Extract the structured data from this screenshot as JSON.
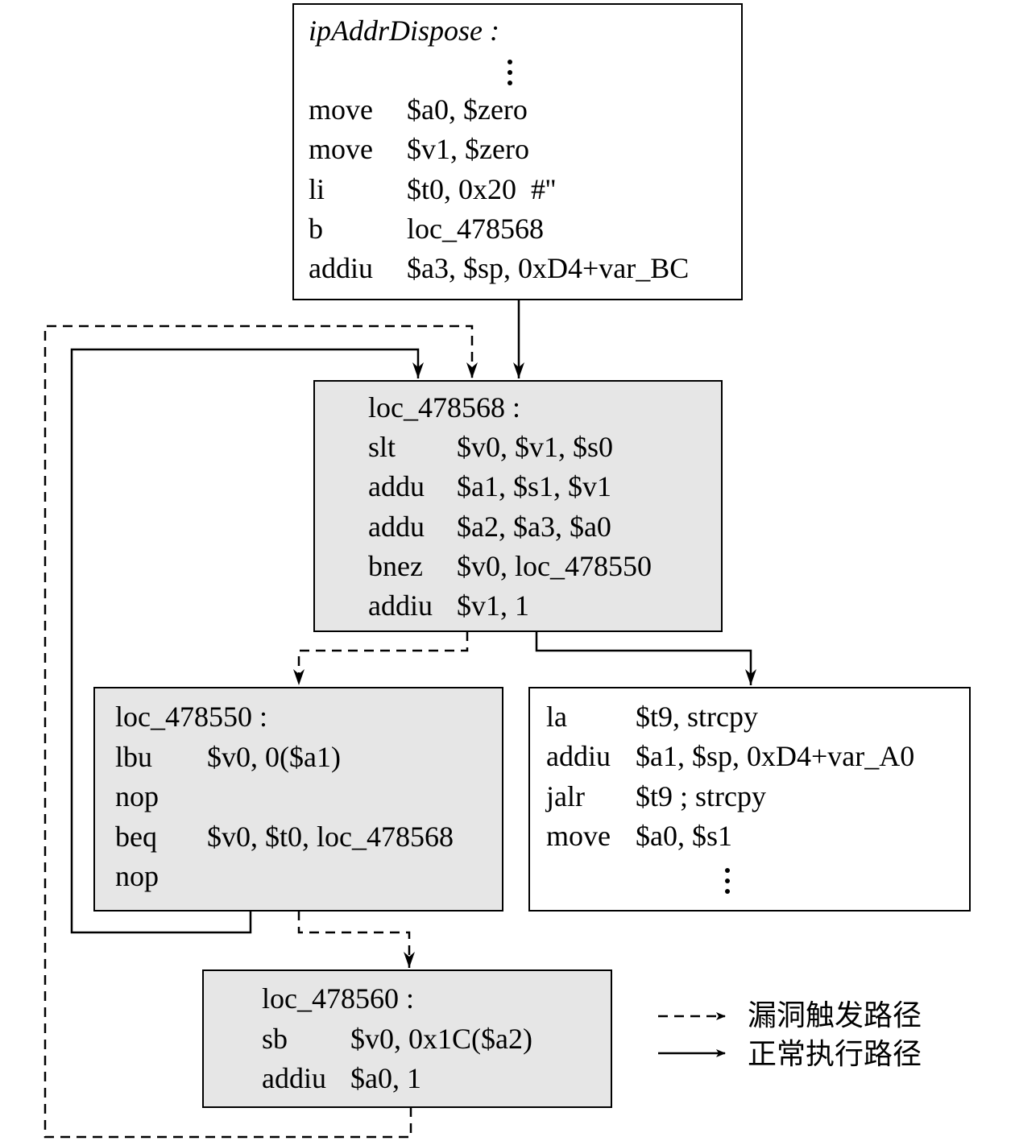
{
  "blocks": [
    {
      "id": "ipaddrdispose",
      "fill": "#ffffff",
      "label": "ipAddrDispose :",
      "label_italic": true,
      "ellipsis_after_label": true,
      "lines": [
        {
          "op": "move",
          "args": "$a0, $zero"
        },
        {
          "op": "move",
          "args": "$v1, $zero"
        },
        {
          "op": "li",
          "args": "$t0, 0x20  #''"
        },
        {
          "op": "b",
          "args": "loc_478568"
        },
        {
          "op": "addiu",
          "args": "$a3, $sp, 0xD4+var_BC"
        }
      ]
    },
    {
      "id": "loc-478568",
      "fill": "#e6e6e6",
      "label": "loc_478568 :",
      "lines": [
        {
          "op": "slt",
          "args": "$v0, $v1, $s0"
        },
        {
          "op": "addu",
          "args": "$a1, $s1, $v1"
        },
        {
          "op": "addu",
          "args": "$a2, $a3, $a0"
        },
        {
          "op": "bnez",
          "args": "$v0, loc_478550"
        },
        {
          "op": "addiu",
          "args": "$v1, 1"
        }
      ]
    },
    {
      "id": "loc-478550",
      "fill": "#e6e6e6",
      "label": "loc_478550 :",
      "lines": [
        {
          "op": "lbu",
          "args": "$v0, 0($a1)"
        },
        {
          "op": "nop",
          "args": ""
        },
        {
          "op": "beq",
          "args": "$v0, $t0, loc_478568"
        },
        {
          "op": "nop",
          "args": ""
        }
      ]
    },
    {
      "id": "strcpy-block",
      "fill": "#ffffff",
      "label": "",
      "ellipsis_at_end": true,
      "lines": [
        {
          "op": "la",
          "args": "$t9, strcpy"
        },
        {
          "op": "addiu",
          "args": "$a1, $sp, 0xD4+var_A0"
        },
        {
          "op": "jalr",
          "args": "$t9 ; strcpy"
        },
        {
          "op": "move",
          "args": "$a0, $s1"
        }
      ]
    },
    {
      "id": "loc-478560",
      "fill": "#e6e6e6",
      "label": "loc_478560 :",
      "lines": [
        {
          "op": "sb",
          "args": "$v0, 0x1C($a2)"
        },
        {
          "op": "addiu",
          "args": "$a0, 1"
        }
      ]
    }
  ],
  "edges": [
    {
      "from": "ipaddrdispose",
      "to": "loc-478568",
      "style": "solid"
    },
    {
      "from": "loc-478568",
      "to": "loc-478550",
      "style": "dashed"
    },
    {
      "from": "loc-478568",
      "to": "strcpy-block",
      "style": "solid"
    },
    {
      "from": "loc-478550",
      "to": "loc-478560",
      "style": "dashed"
    },
    {
      "from": "loc-478550",
      "to": "loc-478568",
      "style": "solid"
    },
    {
      "from": "loc-478560",
      "to": "loc-478568",
      "style": "dashed"
    }
  ],
  "legend": {
    "dashed_label": "漏洞触发路径",
    "solid_label": "正常执行路径"
  }
}
